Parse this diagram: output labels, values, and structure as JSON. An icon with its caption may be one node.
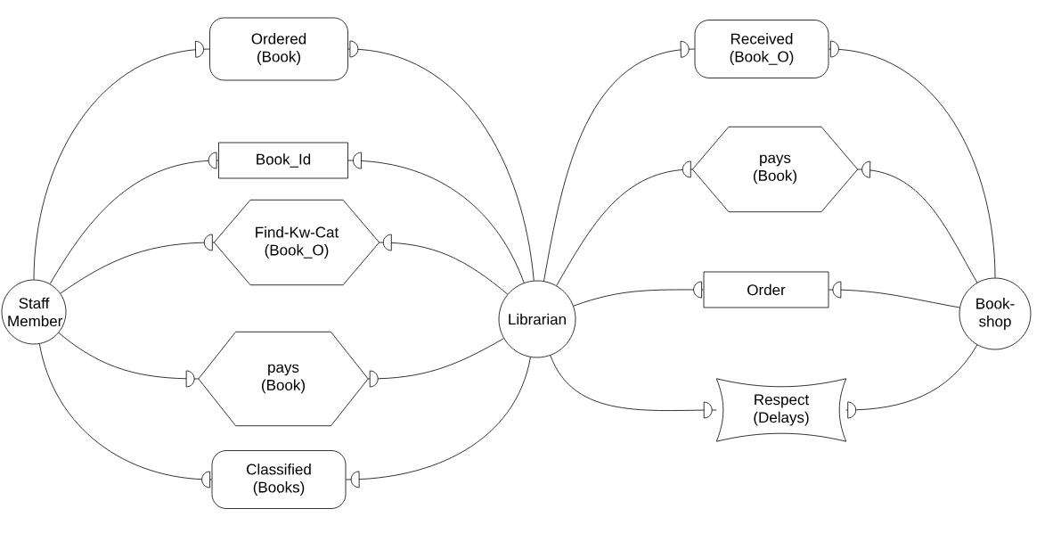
{
  "diagram": {
    "nodes": [
      {
        "text": [
          "Staff Member"
        ]
      },
      {
        "text": [
          "Librarian"
        ]
      },
      {
        "text": [
          "Book-shop"
        ]
      },
      {
        "text": [
          "Ordered (Book)"
        ]
      },
      {
        "text": [
          "Book_Id"
        ]
      },
      {
        "text": [
          "Find-Kw-Cat (Book_O)"
        ]
      },
      {
        "text": [
          "pays (Book)"
        ]
      },
      {
        "text": [
          "Classified (Books)"
        ]
      },
      {
        "text": [
          "Received (Book_O)"
        ]
      },
      {
        "text": [
          "pays (Book)"
        ]
      },
      {
        "text": [
          "Order"
        ]
      },
      {
        "text": [
          "Respect (Delays)"
        ]
      }
    ],
    "edges": [
      {
        "from": 0,
        "to": 3,
        "arrow": "other"
      },
      {
        "from": 3,
        "to": 1,
        "arrow": "other"
      },
      {
        "from": 1,
        "to": 4,
        "arrow": "other"
      },
      {
        "from": 4,
        "to": 0,
        "arrow": "other"
      },
      {
        "from": 1,
        "to": 5,
        "arrow": "other"
      },
      {
        "from": 5,
        "to": 0,
        "arrow": "other"
      },
      {
        "from": 0,
        "to": 6,
        "arrow": "other"
      },
      {
        "from": 6,
        "to": 1,
        "arrow": "other"
      },
      {
        "from": 1,
        "to": 7,
        "arrow": "other"
      },
      {
        "from": 7,
        "to": 0,
        "arrow": "other"
      },
      {
        "from": 1,
        "to": 8,
        "arrow": "other"
      },
      {
        "from": 8,
        "to": 2,
        "arrow": "other"
      },
      {
        "from": 2,
        "to": 9,
        "arrow": "other"
      },
      {
        "from": 9,
        "to": 1,
        "arrow": "other"
      },
      {
        "from": 2,
        "to": 10,
        "arrow": "other"
      },
      {
        "from": 10,
        "to": 1,
        "arrow": "other"
      },
      {
        "from": 1,
        "to": 11,
        "arrow": "other"
      },
      {
        "from": 11,
        "to": 2,
        "arrow": "other"
      }
    ]
  }
}
